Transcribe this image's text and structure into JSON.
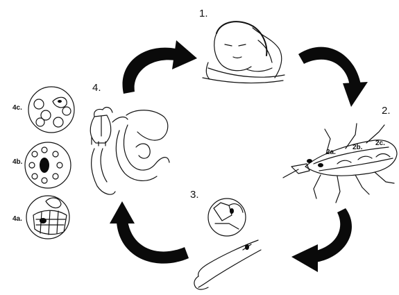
{
  "steps": [
    {
      "number": "1."
    },
    {
      "number": "2."
    },
    {
      "number": "3."
    },
    {
      "number": "4."
    }
  ],
  "insect_regions": [
    "2a.",
    "2b.",
    "2c."
  ],
  "tissue_insets": [
    "4a.",
    "4b.",
    "4c."
  ]
}
